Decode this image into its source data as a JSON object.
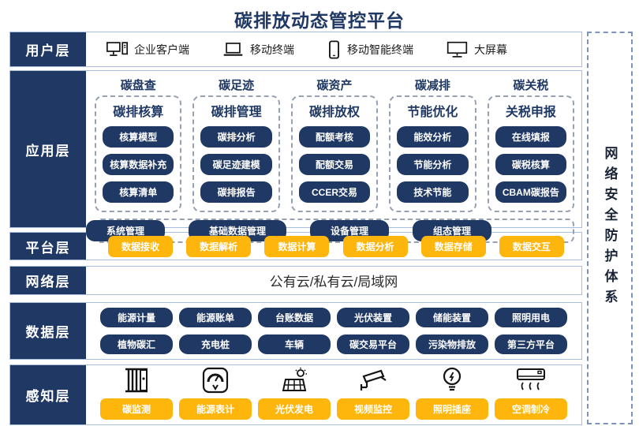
{
  "title": "碳排放动态管控平台",
  "security_sidebar": {
    "label": "网络安全防护体系"
  },
  "colors": {
    "navy": "#1F3864",
    "orange": "#FEB60D",
    "row_border": "#A9BEDC"
  },
  "layers": {
    "user": {
      "label": "用户层",
      "items": [
        {
          "icon": "desktop-pc-icon",
          "label": "企业客户端"
        },
        {
          "icon": "laptop-icon",
          "label": "移动终端"
        },
        {
          "icon": "smartphone-icon",
          "label": "移动智能终端"
        },
        {
          "icon": "big-screen-icon",
          "label": "大屏幕"
        }
      ]
    },
    "application": {
      "label": "应用层",
      "columns": [
        {
          "header": "碳盘查",
          "subtitle": "碳排核算",
          "items": [
            "核算模型",
            "核算数据补充",
            "核算清单"
          ]
        },
        {
          "header": "碳足迹",
          "subtitle": "碳排管理",
          "items": [
            "碳排分析",
            "碳足迹建模",
            "碳排报告"
          ]
        },
        {
          "header": "碳资产",
          "subtitle": "碳排放权",
          "items": [
            "配额考核",
            "配额交易",
            "CCER交易"
          ]
        },
        {
          "header": "碳减排",
          "subtitle": "节能优化",
          "items": [
            "能效分析",
            "节能分析",
            "技术节能"
          ]
        },
        {
          "header": "碳关税",
          "subtitle": "关税申报",
          "items": [
            "在线填报",
            "碳税核算",
            "CBAM碳报告"
          ]
        }
      ],
      "management_items": [
        "系统管理",
        "基础数据管理",
        "设备管理",
        "组态管理"
      ]
    },
    "platform": {
      "label": "平台层",
      "items": [
        "数据接收",
        "数据解析",
        "数据计算",
        "数据分析",
        "数据存储",
        "数据交互"
      ]
    },
    "network": {
      "label": "网络层",
      "text": "公有云/私有云/局域网"
    },
    "data": {
      "label": "数据层",
      "rows": [
        [
          "能源计量",
          "能源账单",
          "台账数据",
          "光伏装置",
          "储能装置",
          "照明用电"
        ],
        [
          "植物碳汇",
          "充电桩",
          "车辆",
          "碳交易平台",
          "污染物排放",
          "第三方平台"
        ]
      ]
    },
    "perception": {
      "label": "感知层",
      "items": [
        {
          "icon": "carbon-monitor-icon",
          "label": "碳监测"
        },
        {
          "icon": "energy-meter-icon",
          "label": "能源表计"
        },
        {
          "icon": "solar-power-icon",
          "label": "光伏发电"
        },
        {
          "icon": "cctv-camera-icon",
          "label": "视频监控"
        },
        {
          "icon": "light-bulb-icon",
          "label": "照明插座"
        },
        {
          "icon": "air-conditioner-icon",
          "label": "空调制冷"
        }
      ]
    }
  }
}
